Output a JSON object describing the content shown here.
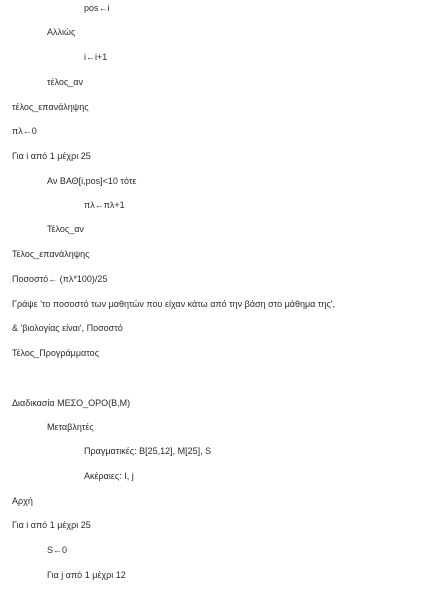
{
  "lines": [
    "pos←i",
    "Αλλιώς",
    "i←i+1",
    "τέλος_αν",
    "τέλος_επανάληψης",
    "πλ←0",
    "Για i  από 1 μέχρι 25",
    "Αν ΒΑΘ[i,pos]<10 τότε",
    "πλ←πλ+1",
    "Τέλος_αν",
    "Τέλος_επανάληψης",
    "Ποσοστό← (πλ*100)/25",
    "Γράψε 'το ποσοστό των μαθητών που είχαν κάτω από την βάση στο μάθημα της',",
    "& 'βιολογίας είναι',  Ποσοστό",
    "Τέλος_Προγράμματος",
    "Διαδικασία ΜΕΣΟ_ΟΡΟ(Β,Μ)",
    "Μεταβλητές",
    "Πραγματικές: Β[25,12], Μ[25], S",
    "Ακέραιες: I, j",
    "Αρχή",
    "Για i από 1 μέχρι 25",
    "S←0",
    "Για j από 1 μέχρι 12"
  ]
}
